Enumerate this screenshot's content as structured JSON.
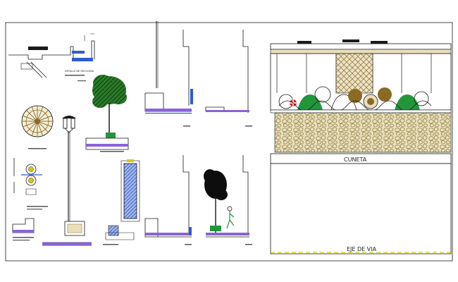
{
  "labels": {
    "detalle_recogida": "DETALLE DE RECOGIDA",
    "cuneta": "CUNETA",
    "eje_de_via": "EJE DE VIA"
  },
  "colors": {
    "line": "#1a1a1a",
    "blue": "#2f5bd0",
    "purple": "#8a63d8",
    "green": "#21963b",
    "tree": "#2a7a2a",
    "brown": "#8b6a24",
    "pebble": "#d8c99a",
    "tan": "#9b8740",
    "yellow": "#d9c800",
    "red": "#e02020"
  }
}
